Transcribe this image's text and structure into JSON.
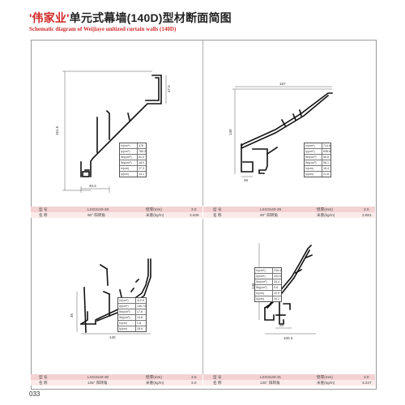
{
  "title": {
    "brand": "'伟家业'",
    "rest": "单元式幕墙(140D)型材断面简图",
    "en": "Schematic diagram of Weijiaye unitized curtain walls (140D)"
  },
  "page_number": "033",
  "panels": [
    {
      "dims": [
        "161.5",
        "47.5",
        "40.4"
      ],
      "props": [
        [
          "Ix(cm⁴)",
          "478"
        ],
        [
          "Iy(cm⁴)",
          "780.3"
        ],
        [
          "Wx(cm³)",
          "61.0"
        ],
        [
          "Wy(cm³)",
          "18.9"
        ],
        [
          "Ix(cm)",
          "27.3"
        ],
        [
          "Iy(cm)",
          "13.1"
        ]
      ],
      "row1": {
        "k1": "型 号",
        "v1": "LXG3140-28",
        "k2": "壁厚(mm)",
        "v2": "3.0"
      },
      "row2": {
        "k1": "名 称",
        "v1": "90° 阳转角",
        "k2": "米重(kg/m)",
        "v2": "3.636"
      }
    },
    {
      "dims": [
        "157",
        "140",
        "26"
      ],
      "props": [
        [
          "Ix(cm⁴)",
          "714.8"
        ],
        [
          "Iy(cm⁴)",
          "698.8"
        ],
        [
          "Wx(cm³)",
          "56.8"
        ],
        [
          "Wy(cm³)",
          "56.1"
        ],
        [
          "Ix(cm)",
          "18.4"
        ],
        [
          "Iy(cm)",
          "21.8"
        ]
      ],
      "row1": {
        "k1": "型 号",
        "v1": "LXG3140-29",
        "k2": "壁厚(mm)",
        "v2": "3.0"
      },
      "row2": {
        "k1": "名 称",
        "v1": "90° 阳转角",
        "k2": "米重(kg/m)",
        "v2": "3.681"
      }
    },
    {
      "dims": [
        "35",
        "140"
      ],
      "props": [
        [
          "Ix(cm⁴)",
          "112.9"
        ],
        [
          "Iy(cm⁴)",
          "146.73"
        ],
        [
          "Wx(cm³)",
          "17.8"
        ],
        [
          "Wy(cm³)",
          "14.8"
        ],
        [
          "Ix(cm)",
          "1.8"
        ],
        [
          "Iy(cm)",
          "25.6"
        ]
      ],
      "row1": {
        "k1": "型 号",
        "v1": "LXG3140-30",
        "k2": "壁厚(mm)",
        "v2": "3.6"
      },
      "row2": {
        "k1": "名 称",
        "v1": "135° 阳转角",
        "k2": "米重(kg/m)",
        "v2": "3.0"
      }
    },
    {
      "dims": [
        "146",
        "100.3",
        "26"
      ],
      "props": [
        [
          "Ix(cm⁴)",
          "216.4"
        ],
        [
          "Iy(cm⁴)",
          "203.9"
        ],
        [
          "Wx(cm³)",
          "28.4"
        ],
        [
          "Wy(cm³)",
          "5.8"
        ],
        [
          "Ix(cm)",
          "20.9"
        ],
        [
          "Iy(cm)",
          "34.1"
        ]
      ],
      "row1": {
        "k1": "型 号",
        "v1": "LXG3140-31",
        "k2": "壁厚(mm)",
        "v2": "3.0"
      },
      "row2": {
        "k1": "名 称",
        "v1": "135° 阳转角",
        "k2": "米重(kg/m)",
        "v2": "3.247"
      }
    }
  ]
}
